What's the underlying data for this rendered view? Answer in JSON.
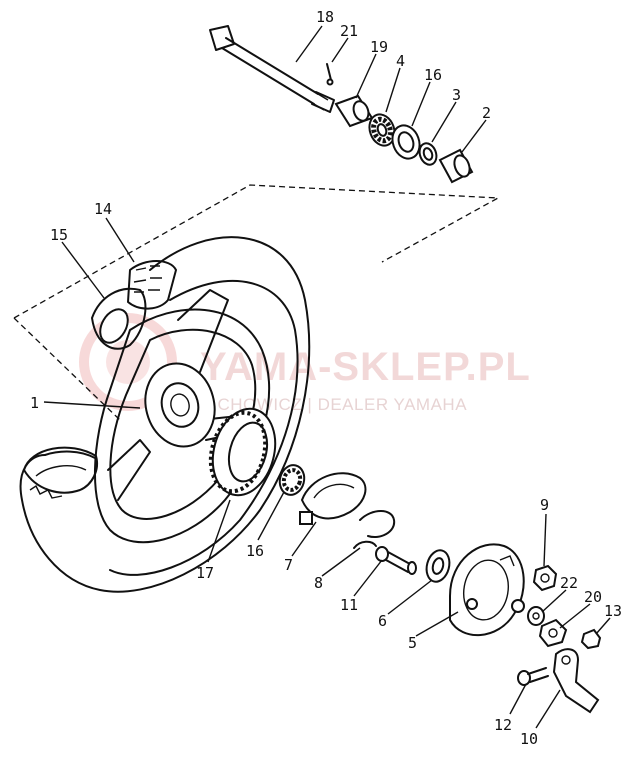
{
  "watermark": {
    "title": "YAMA-SKLEP.PL",
    "subtitle": "…CHOWICZ | DEALER YAMAHA",
    "color": "#e06666"
  },
  "callouts": {
    "c18": "18",
    "c21": "21",
    "c19": "19",
    "c4": "4",
    "c16a": "16",
    "c3": "3",
    "c2": "2",
    "c14": "14",
    "c15": "15",
    "c1": "1",
    "c17": "17",
    "c16b": "16",
    "c7": "7",
    "c8": "8",
    "c11": "11",
    "c6": "6",
    "c5": "5",
    "c9": "9",
    "c22": "22",
    "c20": "20",
    "c13": "13",
    "c12": "12",
    "c10": "10"
  }
}
